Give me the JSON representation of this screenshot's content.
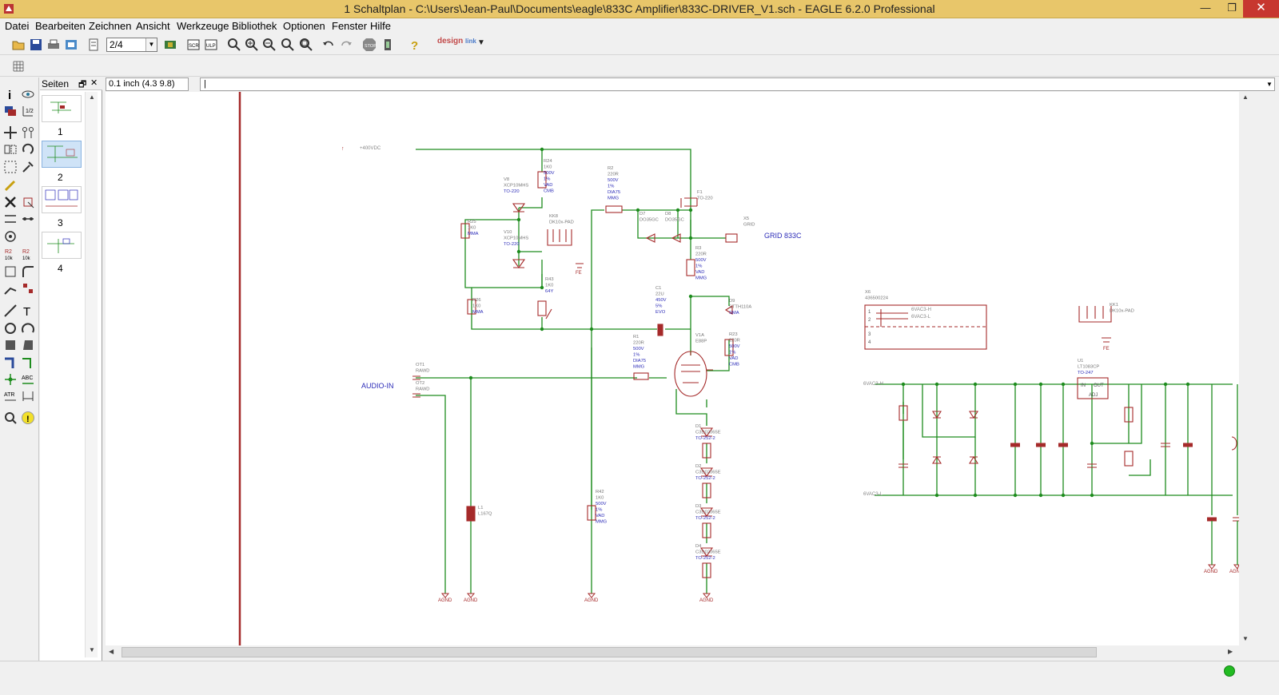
{
  "window": {
    "title": "1 Schaltplan - C:\\Users\\Jean-Paul\\Documents\\eagle\\833C Amplifier\\833C-DRIVER_V1.sch - EAGLE 6.2.0 Professional",
    "min_glyph": "—",
    "max_glyph": "❐",
    "close_glyph": "✕"
  },
  "menu": [
    "Datei",
    "Bearbeiten",
    "Zeichnen",
    "Ansicht",
    "Werkzeuge",
    "Bibliothek",
    "Optionen",
    "Fenster",
    "Hilfe"
  ],
  "toolbar": {
    "sheet_value": "2/4",
    "sheet_arrow": "▼",
    "designlink_label": "design",
    "designlink_sub": "link"
  },
  "pages_panel": {
    "title": "Seiten",
    "restore_glyph": "🗗",
    "close_glyph": "✕",
    "pages": [
      "1",
      "2",
      "3",
      "4"
    ],
    "selected": "2"
  },
  "coord_display": "0.1 inch (4.3 9.8)",
  "command_line": "|",
  "colors": {
    "wire": "#1e8c1e",
    "part": "#a52a2a",
    "label": "#2c2cb8",
    "frame": "#a52a2a",
    "titlebar": "#e8c66a"
  },
  "schematic": {
    "net_labels": {
      "grid": "GRID 833C",
      "audio_in": "AUDIO-IN",
      "hv": "+400VDC"
    },
    "parts": [
      {
        "name": "R24",
        "value": "1K0",
        "extra": [
          "500V",
          "1%",
          "VAD",
          "CMB"
        ]
      },
      {
        "name": "R2",
        "value": "220R",
        "extra": [
          "500V",
          "1%",
          "DIA75",
          "MMG"
        ]
      },
      {
        "name": "V8",
        "value": "XCP10MHS",
        "extra": [
          "TO-220"
        ]
      },
      {
        "name": "V10",
        "value": "XCP10MHS",
        "extra": [
          "TO-220"
        ]
      },
      {
        "name": "R25",
        "value": "1K0",
        "extra": [
          "MMA"
        ]
      },
      {
        "name": "R26",
        "value": "1K0",
        "extra": [
          "MMA"
        ]
      },
      {
        "name": "R43",
        "value": "1K0",
        "extra": [
          "64Y"
        ]
      },
      {
        "name": "KK8",
        "value": "DK10x-PAD",
        "extra": []
      },
      {
        "name": "F1",
        "value": "",
        "extra": [
          "TO-220"
        ]
      },
      {
        "name": "D7",
        "value": "",
        "extra": [
          "DO35GC"
        ]
      },
      {
        "name": "D8",
        "value": "",
        "extra": [
          "DO35GC"
        ]
      },
      {
        "name": "X5",
        "value": "GRID",
        "extra": []
      },
      {
        "name": "R3",
        "value": "220R",
        "extra": [
          "500V",
          "1%",
          "VAD",
          "MMG"
        ]
      },
      {
        "name": "C1",
        "value": "22U",
        "extra": [
          "450V",
          "5%",
          "EVO"
        ]
      },
      {
        "name": "D9",
        "value": "STTH110A",
        "extra": [
          "SMA"
        ]
      },
      {
        "name": "R23",
        "value": "220R",
        "extra": [
          "500V",
          "1%",
          "VAD",
          "CMB"
        ]
      },
      {
        "name": "R1",
        "value": "220R",
        "extra": [
          "500V",
          "1%",
          "DIA75",
          "MMG"
        ]
      },
      {
        "name": "V1A",
        "value": "E88P",
        "extra": []
      },
      {
        "name": "OT1",
        "value": "",
        "extra": [
          "RAWD"
        ]
      },
      {
        "name": "OT2",
        "value": "",
        "extra": [
          "RAWD"
        ]
      },
      {
        "name": "L1",
        "value": "L167Q",
        "extra": []
      },
      {
        "name": "R42",
        "value": "1K0",
        "extra": [
          "500V",
          "1%",
          "VAD",
          "MMG"
        ]
      },
      {
        "name": "D1",
        "value": "C3D02065E",
        "extra": [
          "TO-252-2"
        ]
      },
      {
        "name": "D2",
        "value": "C3D02065E",
        "extra": [
          "TO-252-2"
        ]
      },
      {
        "name": "D3",
        "value": "C3D02065E",
        "extra": [
          "TO-252-2"
        ]
      },
      {
        "name": "D4",
        "value": "C3D02065E",
        "extra": [
          "TO-252-2"
        ]
      },
      {
        "name": "X6",
        "value": "436500224",
        "extra": []
      },
      {
        "name": "KK1",
        "value": "DK10x-PAD",
        "extra": []
      },
      {
        "name": "U1",
        "value": "LT1083CP",
        "extra": [
          "TO-247"
        ]
      }
    ],
    "supply_labels": {
      "agnd": "AGND",
      "fe": "FE",
      "vac_h": "6VAC3-H",
      "vac_l": "6VAC3-L",
      "conn_pins": [
        "1",
        "2",
        "3",
        "4"
      ],
      "reg_in": "IN",
      "reg_out": "OUT",
      "reg_adj": "ADJ"
    }
  }
}
